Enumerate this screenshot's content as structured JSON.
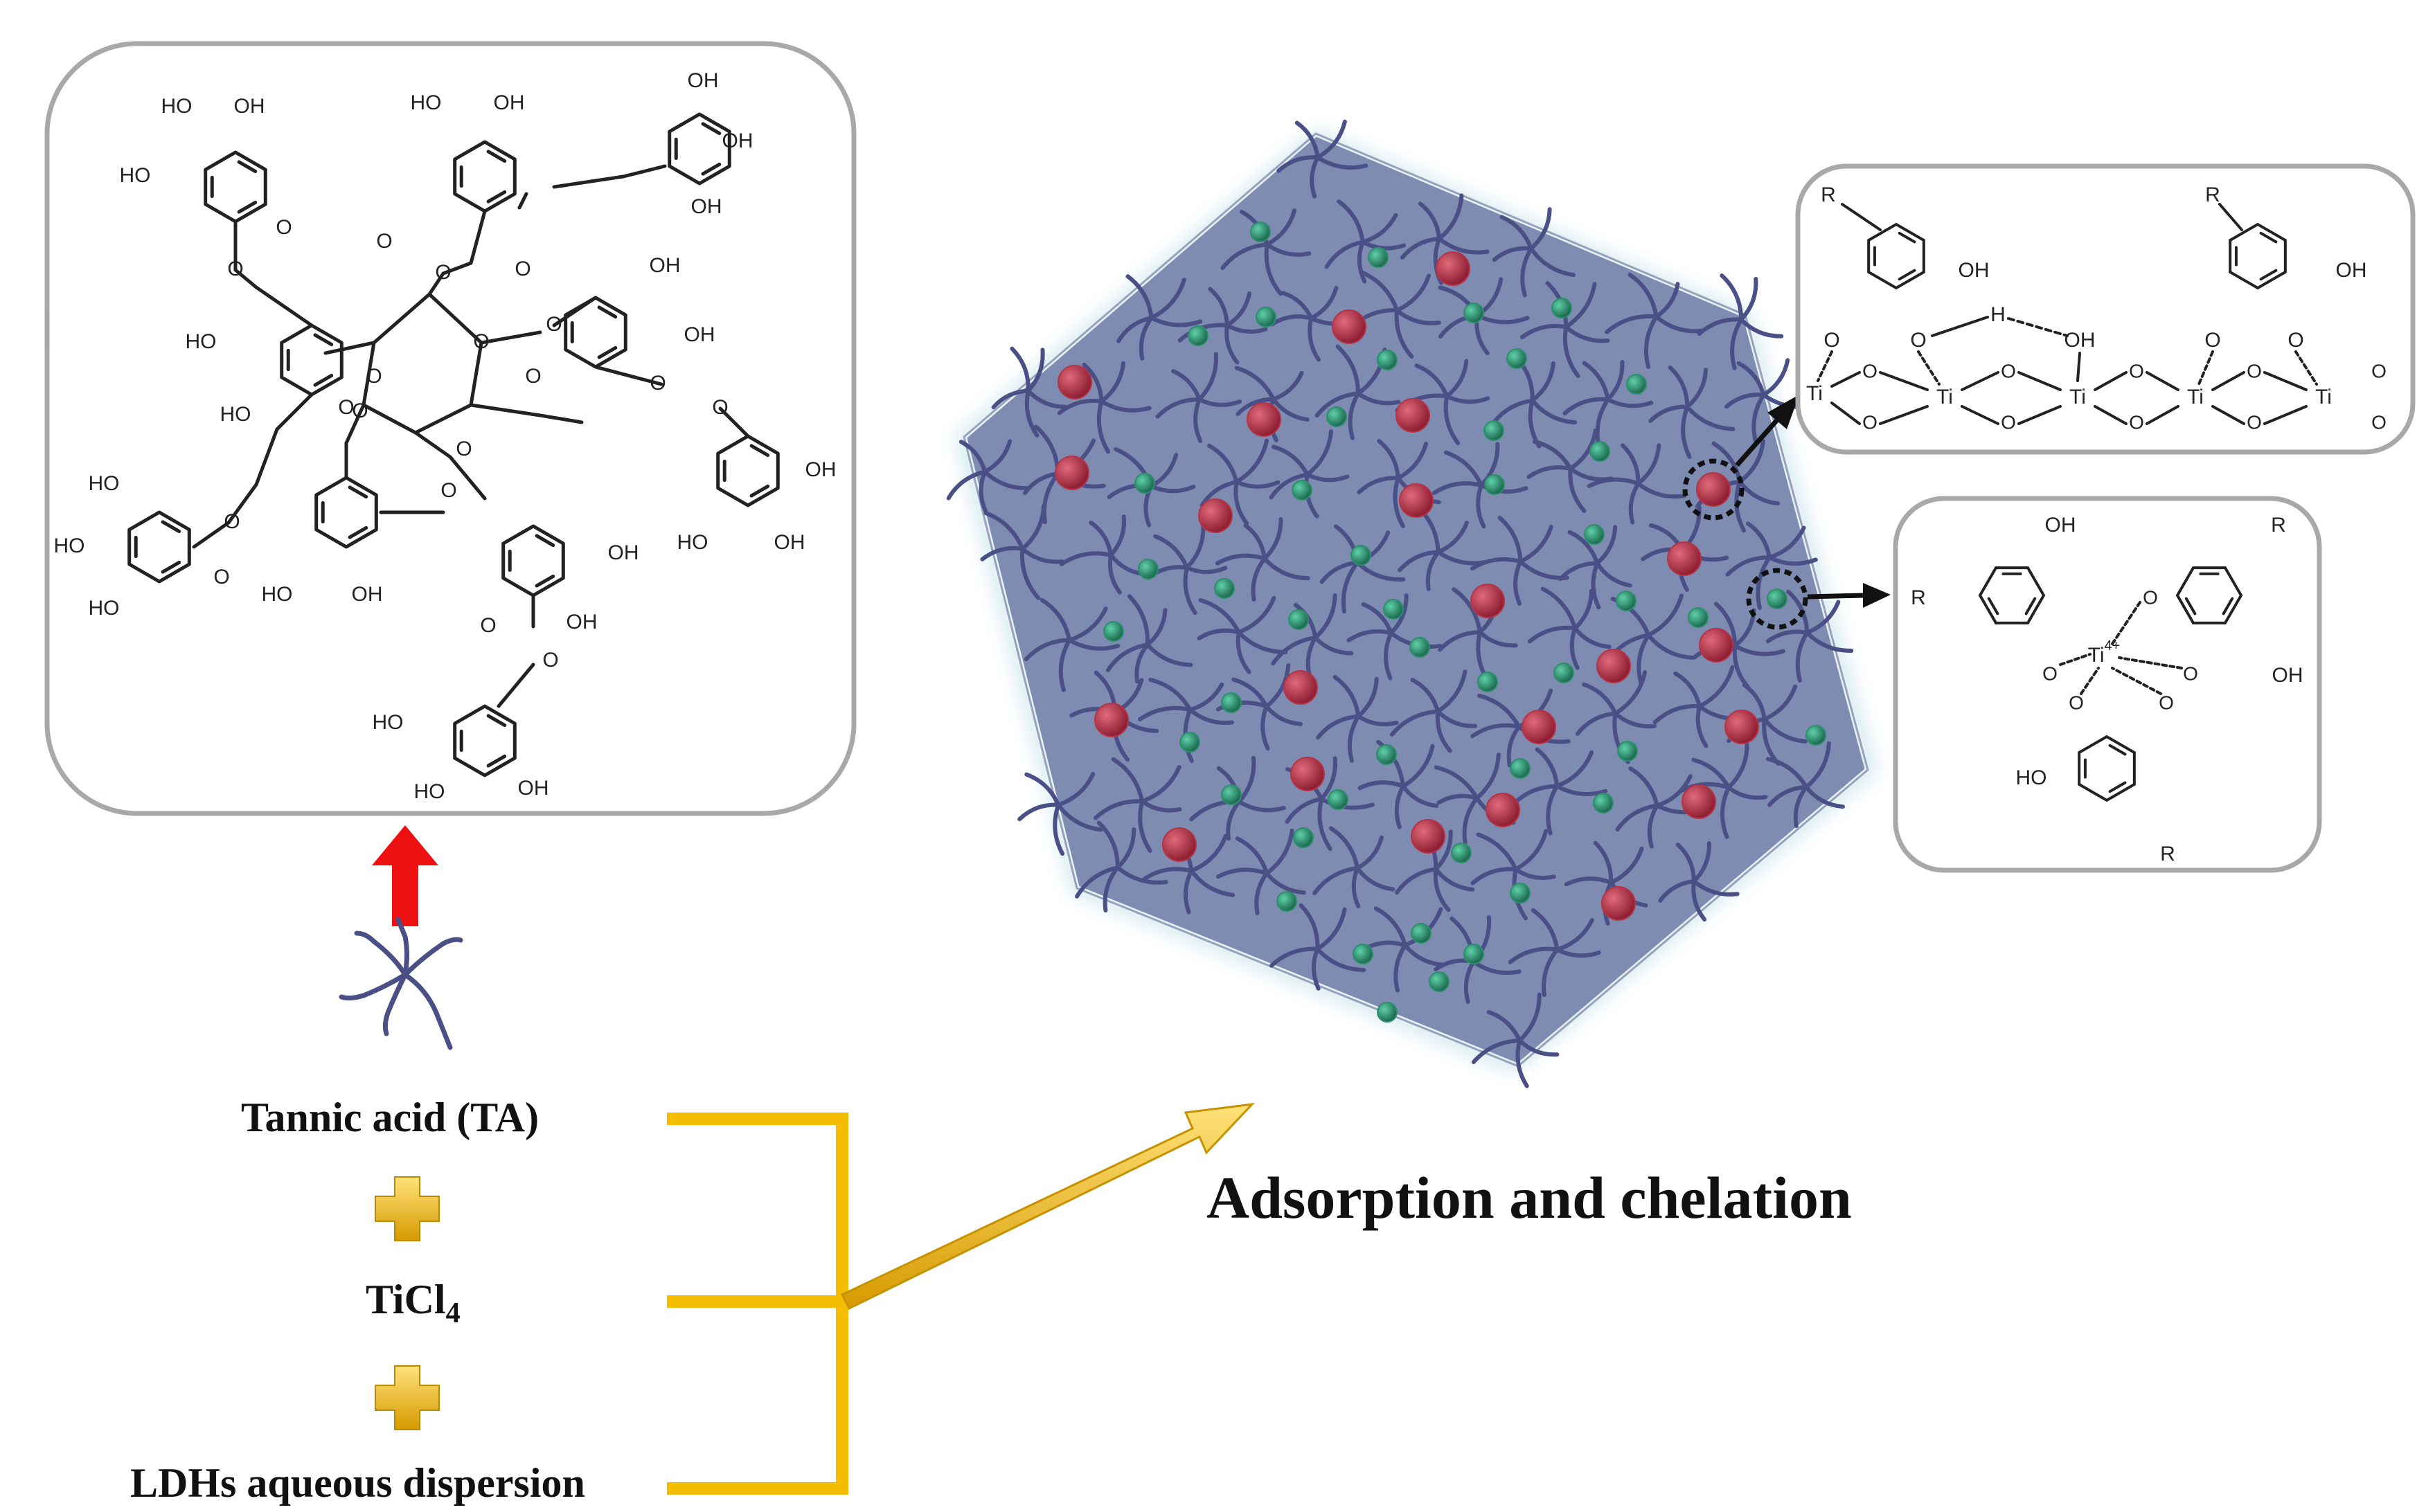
{
  "components": {
    "ta_label": "Tannic acid (TA)",
    "ticl4_main": "TiCl",
    "ticl4_sub": "4",
    "ldh_label": "LDHs aqueous dispersion"
  },
  "process": {
    "result_label": "Adsorption and chelation"
  },
  "structures": {
    "oh": "OH",
    "ho": "HO",
    "o": "O",
    "r": "R",
    "h": "H",
    "ti": "Ti",
    "ti4": "Ti",
    "ti4_charge": "4+"
  },
  "colors": {
    "panel_border": "#a8a8a8",
    "hexagon_fill": "#7d8cb0",
    "hexagon_glow": "#cfe6ee",
    "ta_strand": "#4a4f86",
    "red_ball": "#b53448",
    "green_ball": "#2d8f6e",
    "red_arrow": "#ee1111",
    "gold_bracket": "#f5bd00",
    "plus_gold": "#f0c000"
  }
}
